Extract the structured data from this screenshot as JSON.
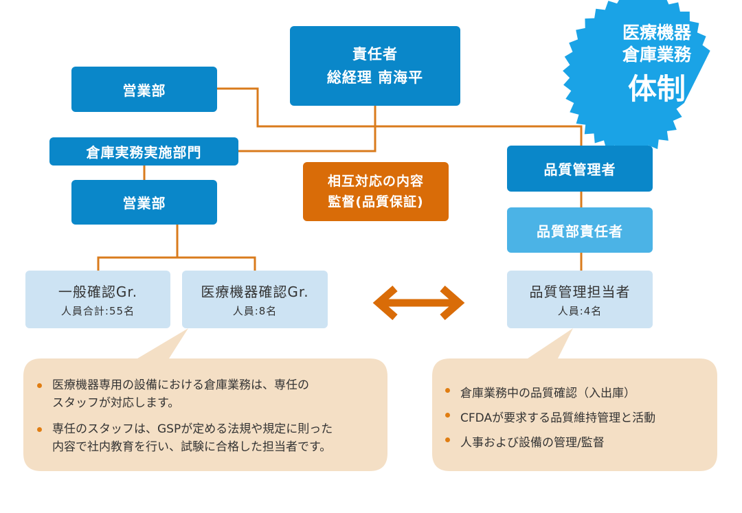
{
  "diagram": {
    "responsible": {
      "line1": "責任者",
      "line2": "総経理 南海平"
    },
    "sales_top": "営業部",
    "warehouse_dept": "倉庫実務実施部門",
    "sales_mid": "営業部",
    "mutual": {
      "line1": "相互対応の内容",
      "line2": "監督(品質保証)"
    },
    "quality_manager": "品質管理者",
    "quality_dept_head": "品質部責任者",
    "general_check": {
      "title": "一般確認Gr.",
      "staff": "人員合計:55名"
    },
    "medical_check": {
      "title": "医療機器確認Gr.",
      "staff": "人員:8名"
    },
    "quality_staff": {
      "title": "品質管理担当者",
      "staff": "人員:4名"
    },
    "left_notes": [
      {
        "line1": "医療機器専用の設備における倉庫業務は、専任の",
        "line2": "スタッフが対応します。"
      },
      {
        "line1": "専任のスタッフは、GSPが定める法規や規定に則った",
        "line2": "内容で社内教育を行い、試験に合格した担当者です。"
      }
    ],
    "right_notes": [
      "倉庫業務中の品質確認（入出庫）",
      "CFDAが要求する品質維持管理と活動",
      "人事および設備の管理/監督"
    ],
    "badge": {
      "line1": "医療機器",
      "line2": "倉庫業務",
      "line3": "体制"
    }
  },
  "colors": {
    "dark_blue": "#0a87c9",
    "mid_blue": "#4bb3e6",
    "light_blue": "#cde3f3",
    "orange": "#d96c08",
    "connector": "#d97b1c",
    "note_bg": "#f4dfc5",
    "badge_blue": "#1aa3e6"
  }
}
